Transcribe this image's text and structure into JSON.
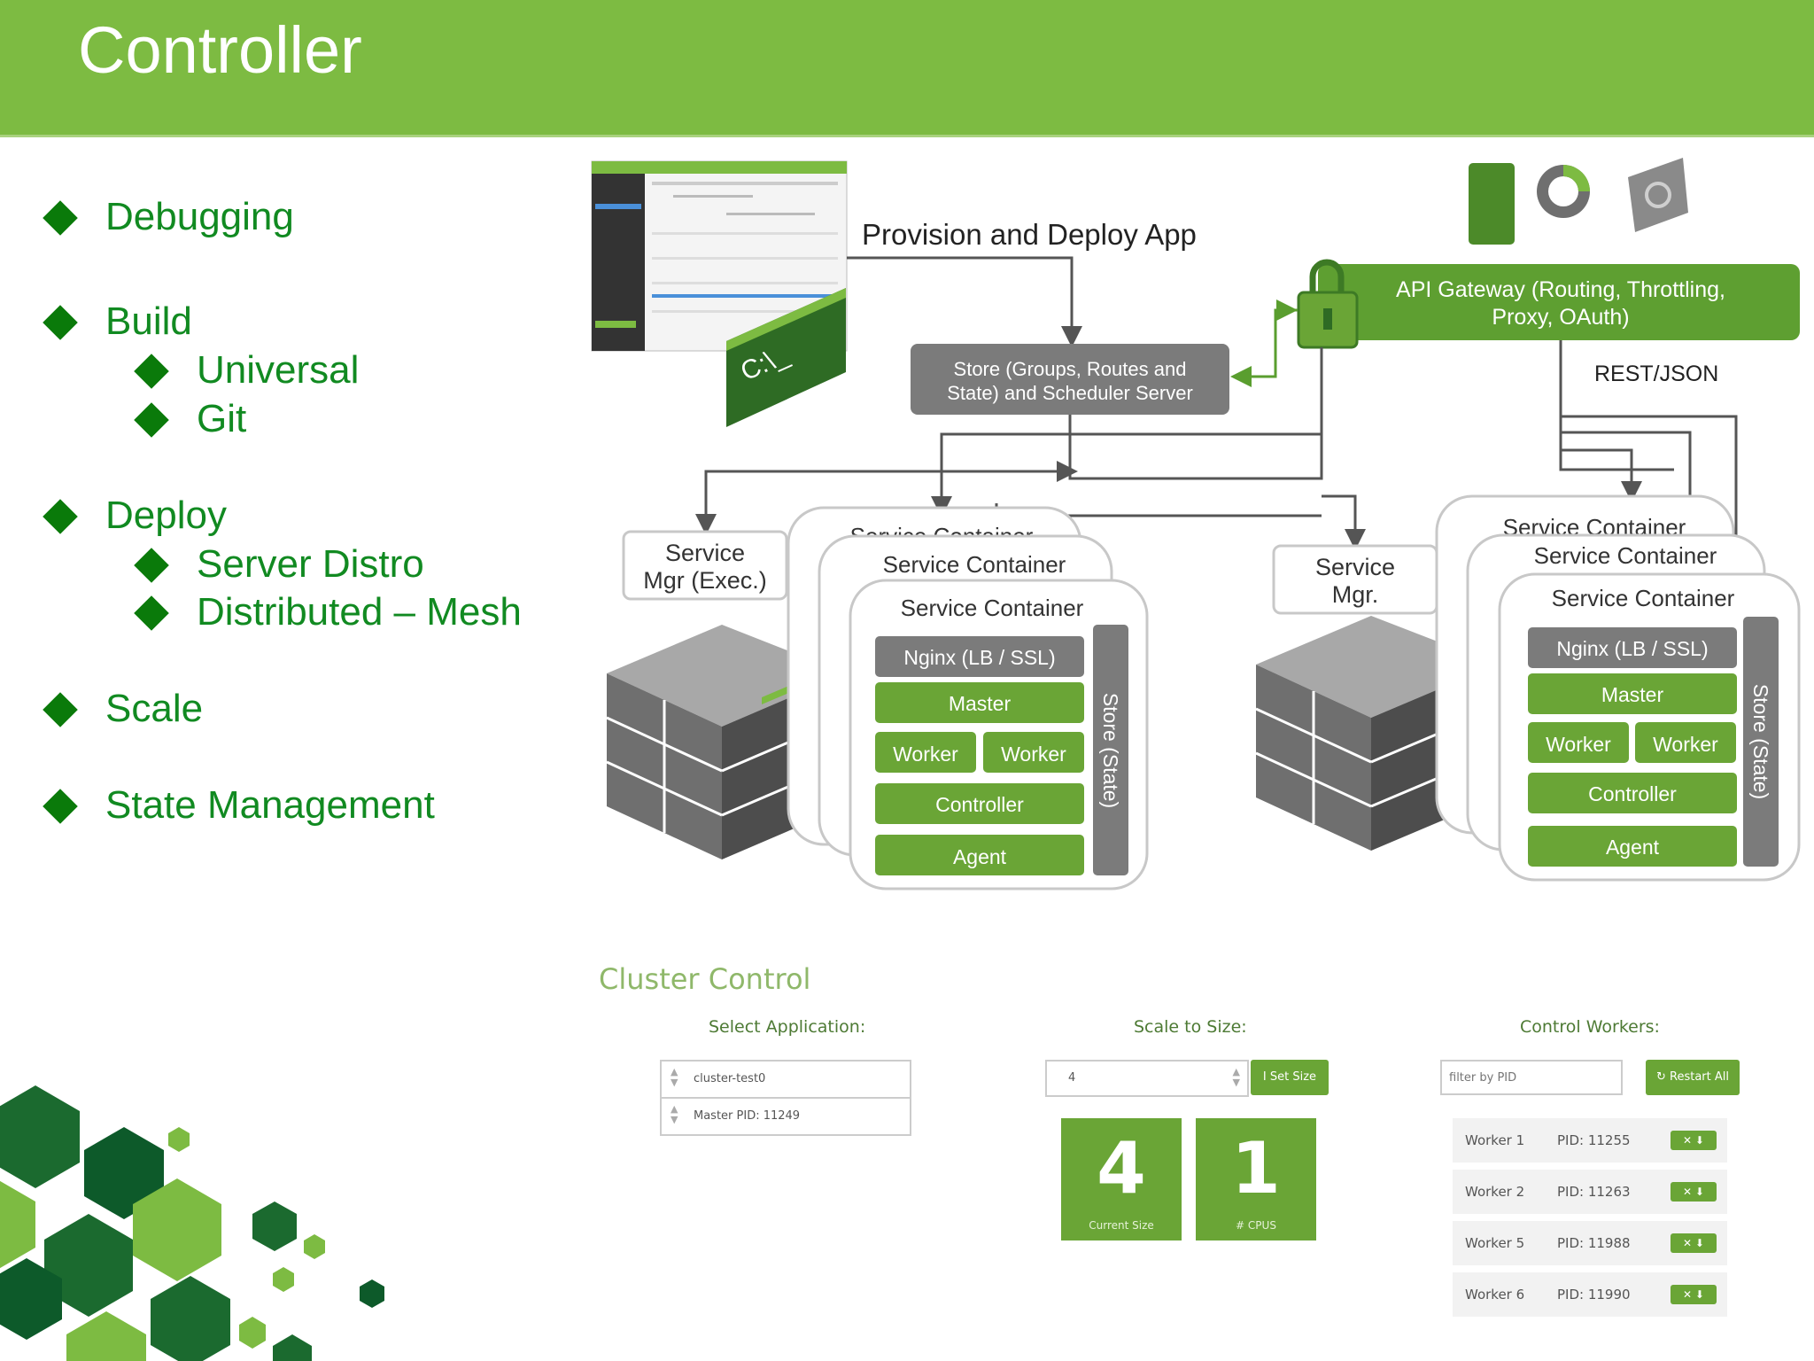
{
  "slide": {
    "title": "Controller",
    "bullets": [
      {
        "label": "Debugging",
        "level": 1
      },
      {
        "label": "Build",
        "level": 1
      },
      {
        "label": "Universal",
        "level": 2
      },
      {
        "label": "Git",
        "level": 2
      },
      {
        "label": "Deploy",
        "level": 1
      },
      {
        "label": "Server Distro",
        "level": 2
      },
      {
        "label": "Distributed – Mesh",
        "level": 2
      },
      {
        "label": "Scale",
        "level": 1
      },
      {
        "label": "State Management",
        "level": 1
      }
    ]
  },
  "diagram": {
    "provision_label": "Provision and Deploy App",
    "cmd_prompt": "C:\\_",
    "store_server": {
      "line1": "Store (Groups, Routes and",
      "line2": "State) and Scheduler Server"
    },
    "api_gateway": {
      "line1": "API Gateway (Routing, Throttling,",
      "line2": "Proxy, OAuth)"
    },
    "rest_label": "REST/JSON",
    "left_mgr": {
      "line1": "Service",
      "line2": "Mgr (Exec.)"
    },
    "right_mgr": {
      "line1": "Service",
      "line2": "Mgr."
    },
    "container_back": "Service Container",
    "container_mid": "Service Container",
    "container_front": "Service Container",
    "nginx": "Nginx  (LB / SSL)",
    "master": "Master",
    "worker": "Worker",
    "controller": "Controller",
    "agent": "Agent",
    "store_state": "Store (State)",
    "colors": {
      "green": "#6aa536",
      "dark_green": "#2e6b24",
      "gray": "#7b7b7b",
      "frame": "#c8c8c8"
    }
  },
  "cluster_control": {
    "title": "Cluster Control",
    "select_label": "Select Application:",
    "app_value": "cluster-test0",
    "master_pid": "Master PID: 11249",
    "scale_label": "Scale to Size:",
    "scale_value": "4",
    "set_size_button": "Set Size",
    "current_size": "4",
    "current_size_label": "Current Size",
    "cpus": "1",
    "cpus_label": "# CPUS",
    "control_label": "Control Workers:",
    "filter_placeholder": "filter by PID",
    "restart_button": "Restart All",
    "workers": [
      {
        "name": "Worker 1",
        "pid": "PID: 11255"
      },
      {
        "name": "Worker 2",
        "pid": "PID: 11263"
      },
      {
        "name": "Worker 5",
        "pid": "PID: 11988"
      },
      {
        "name": "Worker 6",
        "pid": "PID: 11990"
      }
    ]
  }
}
